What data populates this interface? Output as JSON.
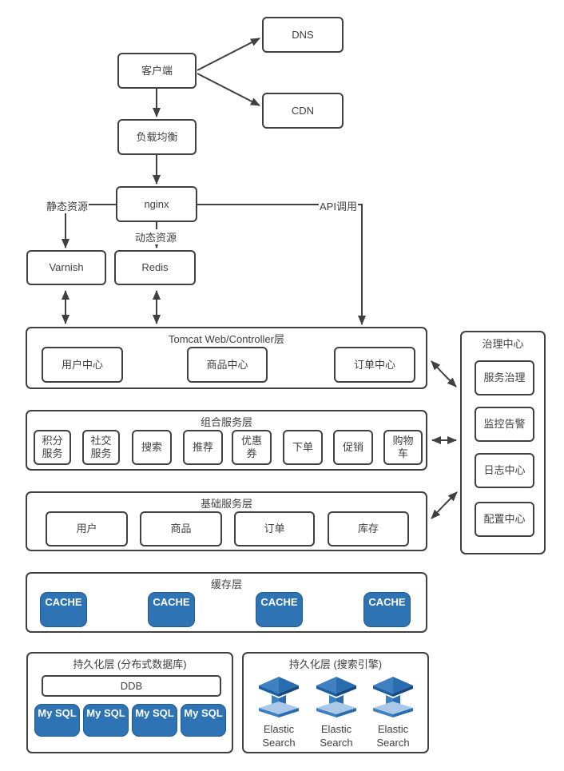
{
  "diagram": {
    "nodes": {
      "client": "客户端",
      "dns": "DNS",
      "cdn": "CDN",
      "load_balancer": "负载均衡",
      "nginx": "nginx",
      "varnish": "Varnish",
      "redis": "Redis"
    },
    "edge_labels": {
      "static_resources": "静态资源",
      "dynamic_resources": "动态资源",
      "api_call": "API调用"
    },
    "layers": {
      "tomcat": {
        "title": "Tomcat Web/Controller层",
        "items": [
          "用户中心",
          "商品中心",
          "订单中心"
        ]
      },
      "composite": {
        "title": "组合服务层",
        "items": [
          "积分\n服务",
          "社交\n服务",
          "搜索",
          "推荐",
          "优惠\n券",
          "下单",
          "促销",
          "购物\n车"
        ]
      },
      "basic": {
        "title": "基础服务层",
        "items": [
          "用户",
          "商品",
          "订单",
          "库存"
        ]
      },
      "cache": {
        "title": "缓存层",
        "items": [
          "CACHE",
          "CACHE",
          "CACHE",
          "CACHE"
        ]
      },
      "persistence_db": {
        "title": "持久化层 (分布式数据库)",
        "ddb": "DDB",
        "items": [
          "My SQL",
          "My SQL",
          "My SQL",
          "My SQL"
        ]
      },
      "persistence_search": {
        "title": "持久化层 (搜索引擎)",
        "items": [
          "Elastic\nSearch",
          "Elastic\nSearch",
          "Elastic\nSearch"
        ]
      }
    },
    "governance": {
      "title": "治理中心",
      "items": [
        "服务治理",
        "监控告警",
        "日志中心",
        "配置中心"
      ]
    },
    "colors": {
      "line": "#404040",
      "blue_fill": "#2e74b5",
      "blue_border": "#22598f",
      "es_light": "#aac8e8",
      "es_mid": "#3f80c1",
      "es_dark": "#2a6cb0"
    }
  }
}
